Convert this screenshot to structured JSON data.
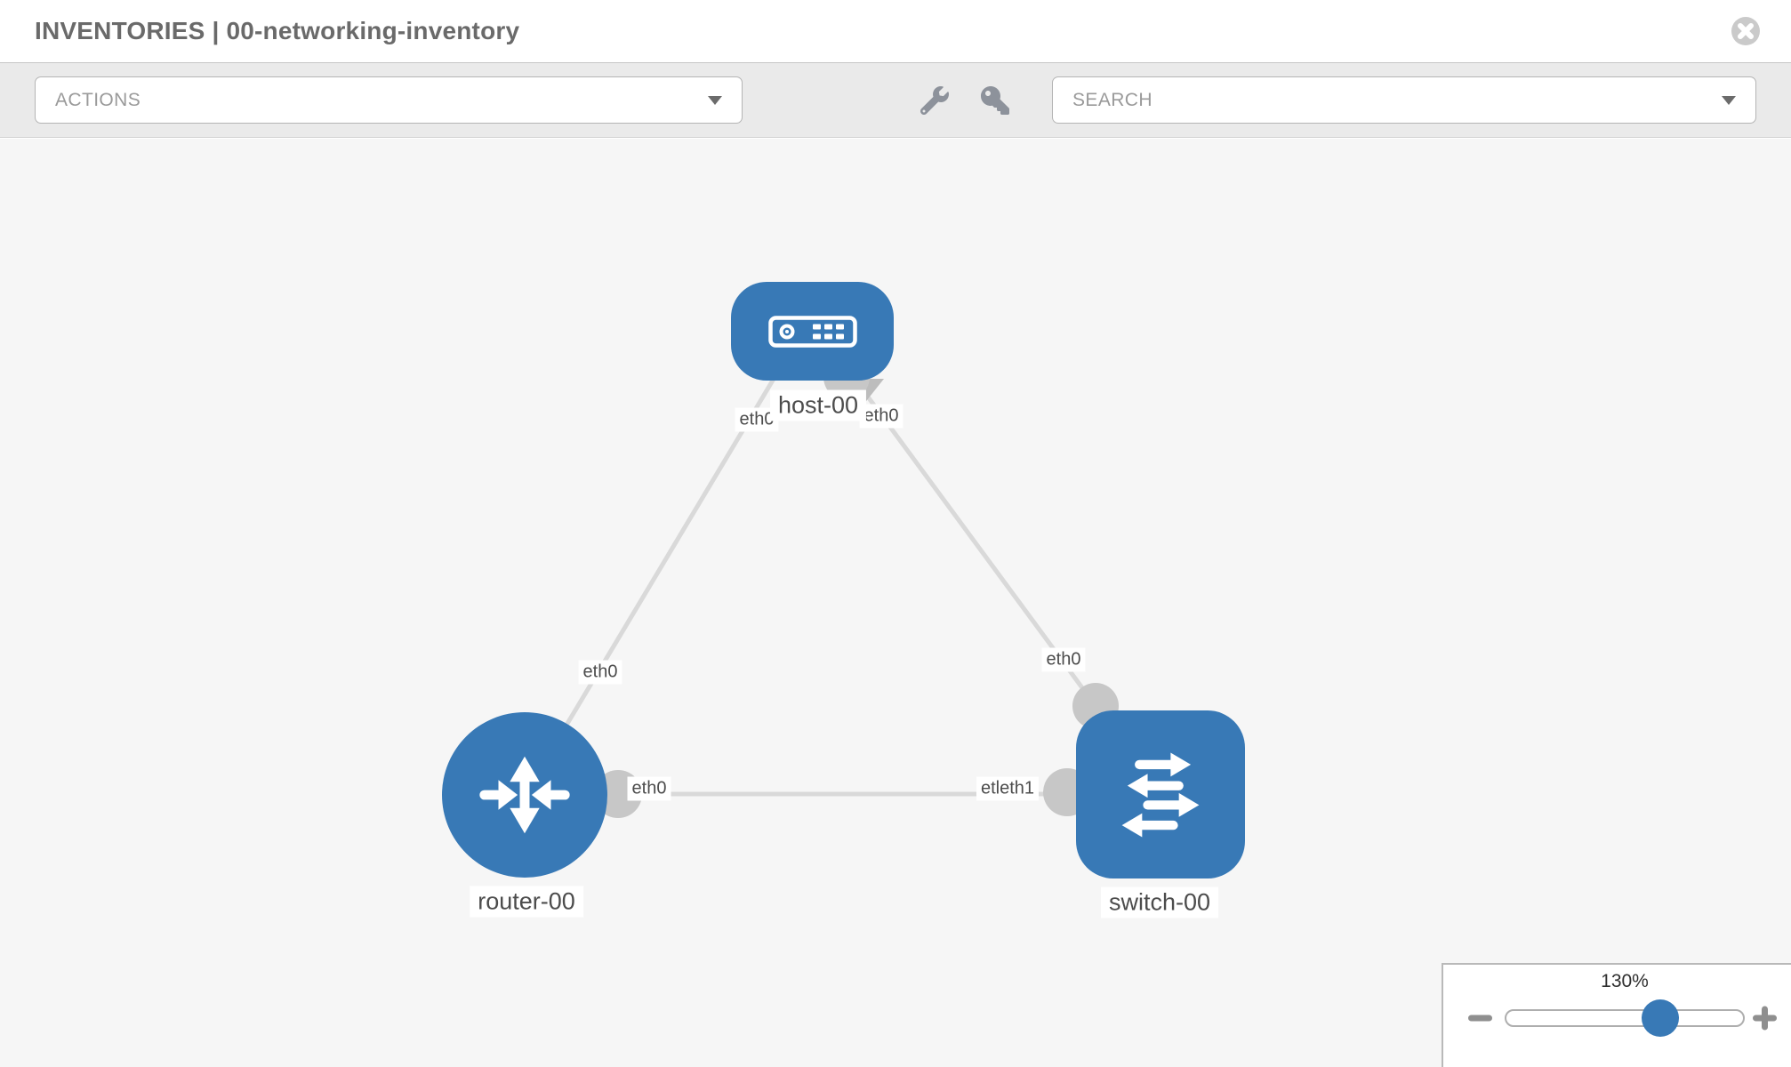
{
  "header": {
    "title": "INVENTORIES | 00-networking-inventory"
  },
  "toolbar": {
    "actions_label": "ACTIONS",
    "search_label": "SEARCH"
  },
  "icons": {
    "close": "x-circle-icon",
    "tools": [
      "wrench-icon",
      "key-icon"
    ],
    "dropdown_caret": "caret-down-icon",
    "zoom_out": "minus-icon",
    "zoom_in": "plus-icon"
  },
  "topology": {
    "nodes": [
      {
        "id": "host-00",
        "type": "host",
        "label": "host-00"
      },
      {
        "id": "router-00",
        "type": "router",
        "label": "router-00"
      },
      {
        "id": "switch-00",
        "type": "switch",
        "label": "switch-00"
      }
    ],
    "links": [
      {
        "from": "router-00",
        "to": "host-00"
      },
      {
        "from": "host-00",
        "to": "switch-00"
      },
      {
        "from": "router-00",
        "to": "switch-00"
      }
    ],
    "port_labels": {
      "host_left": "eth0",
      "host_right": "eth0",
      "router_host_link": "eth0",
      "host_switch_link": "eth0",
      "router_switch_left": "eth0",
      "router_switch_right": "etleth1"
    }
  },
  "zoom_control": {
    "level": "130%"
  },
  "colors": {
    "node_blue": "#3879b6",
    "link_gray": "#d9d9d9",
    "interface_gray": "#c7c7c7",
    "canvas_bg": "#f6f6f6",
    "toolbar_bg": "#eaeaea"
  }
}
